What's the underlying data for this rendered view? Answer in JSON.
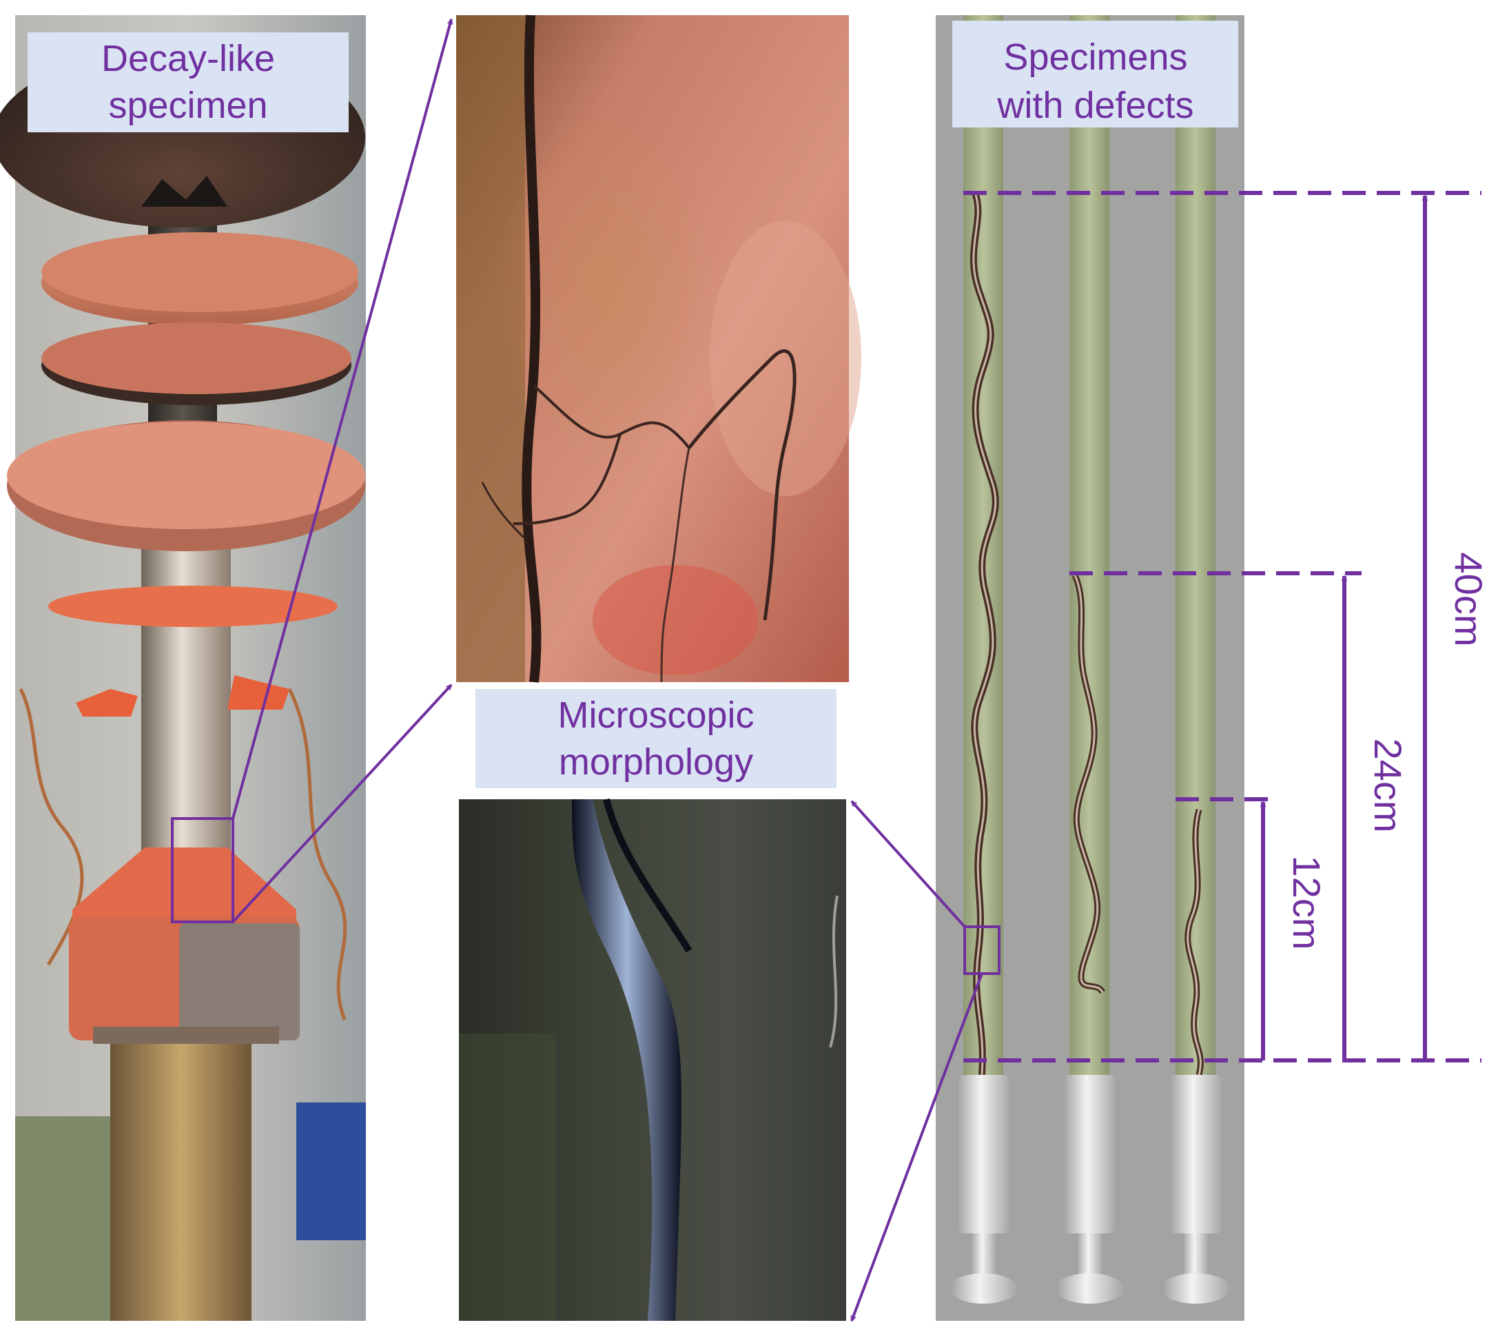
{
  "labels": {
    "decay_specimen": [
      "Decay-like",
      "specimen"
    ],
    "microscopic_morphology": [
      "Microscopic",
      "morphology"
    ],
    "specimens_with_defects": [
      "Specimens",
      "with defects"
    ]
  },
  "dimensions": {
    "d40": "40cm",
    "d24": "24cm",
    "d12": "12cm"
  },
  "colors": {
    "accent": "#7030A0",
    "label_background": "#dae3f3"
  }
}
